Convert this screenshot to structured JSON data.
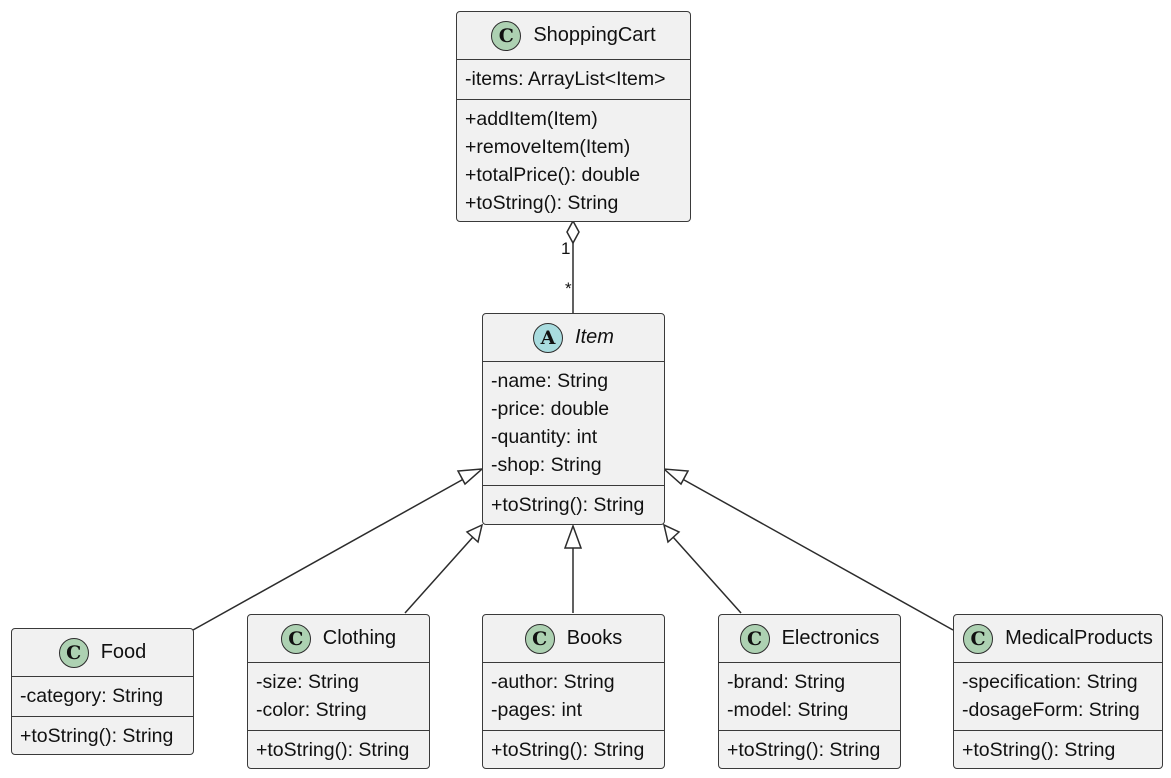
{
  "classes": {
    "shoppingcart": {
      "stereotype": "C",
      "name": "ShoppingCart",
      "fields": [
        "-items: ArrayList<Item>"
      ],
      "methods": [
        "+addItem(Item)",
        "+removeItem(Item)",
        "+totalPrice(): double",
        "+toString(): String"
      ]
    },
    "item": {
      "stereotype": "A",
      "name": "Item",
      "abstract": true,
      "fields": [
        "-name: String",
        "-price: double",
        "-quantity: int",
        "-shop: String"
      ],
      "methods": [
        "+toString(): String"
      ]
    },
    "food": {
      "stereotype": "C",
      "name": "Food",
      "fields": [
        "-category: String"
      ],
      "methods": [
        "+toString(): String"
      ]
    },
    "clothing": {
      "stereotype": "C",
      "name": "Clothing",
      "fields": [
        "-size: String",
        "-color: String"
      ],
      "methods": [
        "+toString(): String"
      ]
    },
    "books": {
      "stereotype": "C",
      "name": "Books",
      "fields": [
        "-author: String",
        "-pages: int"
      ],
      "methods": [
        "+toString(): String"
      ]
    },
    "electronics": {
      "stereotype": "C",
      "name": "Electronics",
      "fields": [
        "-brand: String",
        "-model: String"
      ],
      "methods": [
        "+toString(): String"
      ]
    },
    "medicalproducts": {
      "stereotype": "C",
      "name": "MedicalProducts",
      "fields": [
        "-specification: String",
        "-dosageForm: String"
      ],
      "methods": [
        "+toString(): String"
      ]
    }
  },
  "relations": {
    "aggregation": {
      "from": "ShoppingCart",
      "to": "Item",
      "mult_from": "1",
      "mult_to": "*"
    },
    "generalizations": [
      {
        "child": "Food",
        "parent": "Item"
      },
      {
        "child": "Clothing",
        "parent": "Item"
      },
      {
        "child": "Books",
        "parent": "Item"
      },
      {
        "child": "Electronics",
        "parent": "Item"
      },
      {
        "child": "MedicalProducts",
        "parent": "Item"
      }
    ]
  },
  "colors": {
    "class_fill": "#f1f1f1",
    "border": "#3a3a3a",
    "class_stereotype": "#add1b2",
    "abstract_stereotype": "#a9dcdf"
  }
}
